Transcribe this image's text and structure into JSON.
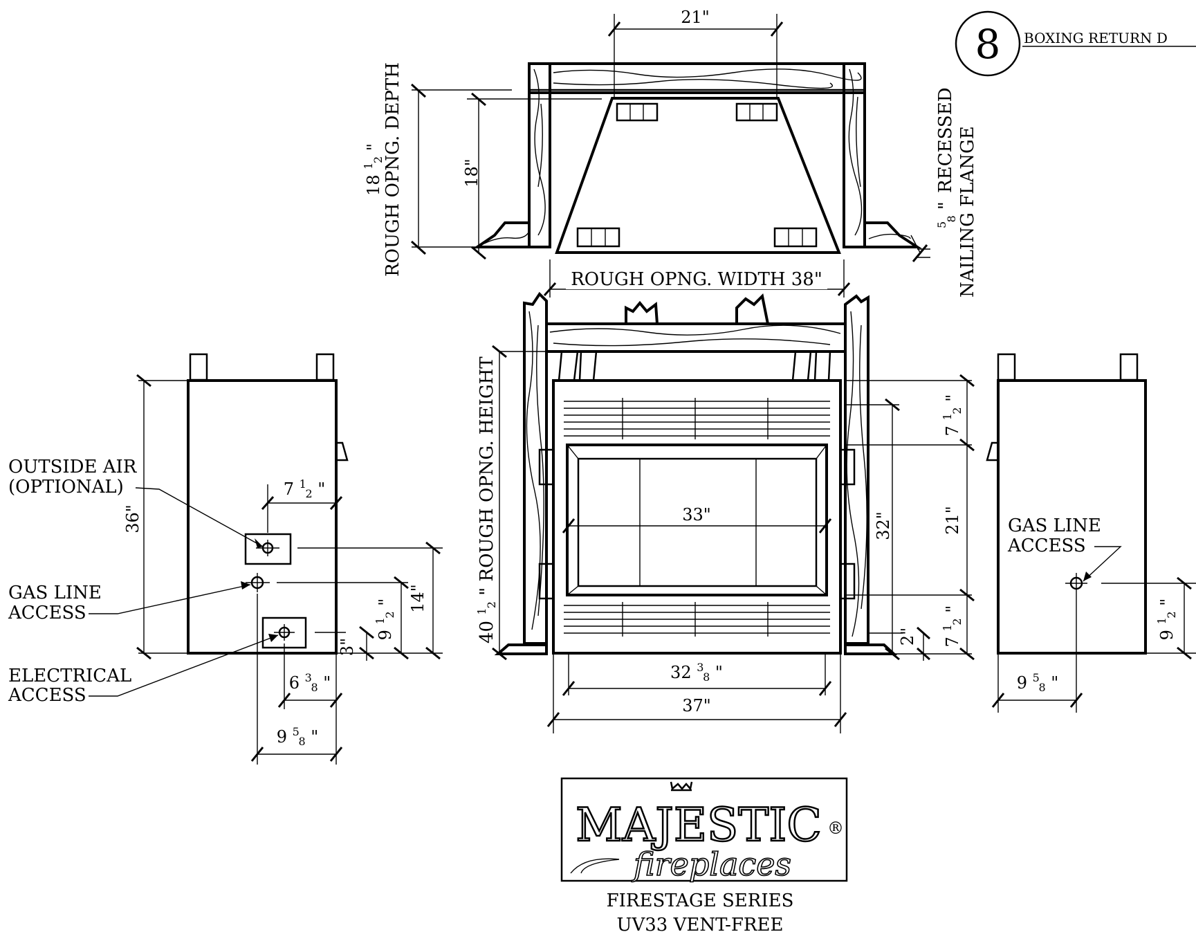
{
  "detail_number": "8",
  "detail_title": "BOXING RETURN D",
  "top_view": {
    "dim_top_width": "21\"",
    "dim_depth_outer": "18",
    "dim_depth_outer_frac_num": "1",
    "dim_depth_outer_frac_den": "2",
    "dim_depth_outer_unit": "\"",
    "label_depth": "ROUGH OPNG. DEPTH",
    "dim_depth_inner": "18\"",
    "label_width": "ROUGH OPNG. WIDTH 38\"",
    "flange_frac_num": "5",
    "flange_frac_den": "8",
    "flange_unit": "\"",
    "label_flange_1": "RECESSED",
    "label_flange_2": "NAILING FLANGE"
  },
  "front_view": {
    "height_whole": "40",
    "height_frac_num": "1",
    "height_frac_den": "2",
    "height_label": "\" ROUGH OPNG. HEIGHT",
    "dim_opening_width": "33\"",
    "dim_total_height": "32\"",
    "dim_upper": "7",
    "dim_upper_num": "1",
    "dim_upper_den": "2",
    "dim_mid": "21\"",
    "dim_lower": "7",
    "dim_lower_num": "1",
    "dim_lower_den": "2",
    "dim_base": "2\"",
    "dim_inner_width_whole": "32",
    "dim_inner_width_num": "3",
    "dim_inner_width_den": "8",
    "dim_inner_width_unit": "\"",
    "dim_outer_width": "37\""
  },
  "left_side_view": {
    "outside_air_1": "OUTSIDE AIR",
    "outside_air_2": "(OPTIONAL)",
    "gas_1": "GAS LINE",
    "gas_2": "ACCESS",
    "elec_1": "ELECTRICAL",
    "elec_2": "ACCESS",
    "dim_height": "36\"",
    "dim_air_offset": "7",
    "dim_air_offset_num": "1",
    "dim_air_offset_den": "2",
    "dim_14": "14\"",
    "dim_9": "9",
    "dim_9_num": "1",
    "dim_9_den": "2",
    "dim_3": "3\"",
    "dim_6": "6",
    "dim_6_num": "3",
    "dim_6_den": "8",
    "dim_9b": "9",
    "dim_9b_num": "5",
    "dim_9b_den": "8",
    "unit": "\""
  },
  "right_side_view": {
    "gas_1": "GAS LINE",
    "gas_2": "ACCESS",
    "dim_9": "9",
    "dim_9_num": "1",
    "dim_9_den": "2",
    "dim_9b": "9",
    "dim_9b_num": "5",
    "dim_9b_den": "8",
    "unit": "\""
  },
  "logo": {
    "brand": "MAJESTIC",
    "registered": "®",
    "script": "fireplaces"
  },
  "caption": {
    "line1": "FIRESTAGE SERIES",
    "line2": "UV33 VENT-FREE"
  }
}
